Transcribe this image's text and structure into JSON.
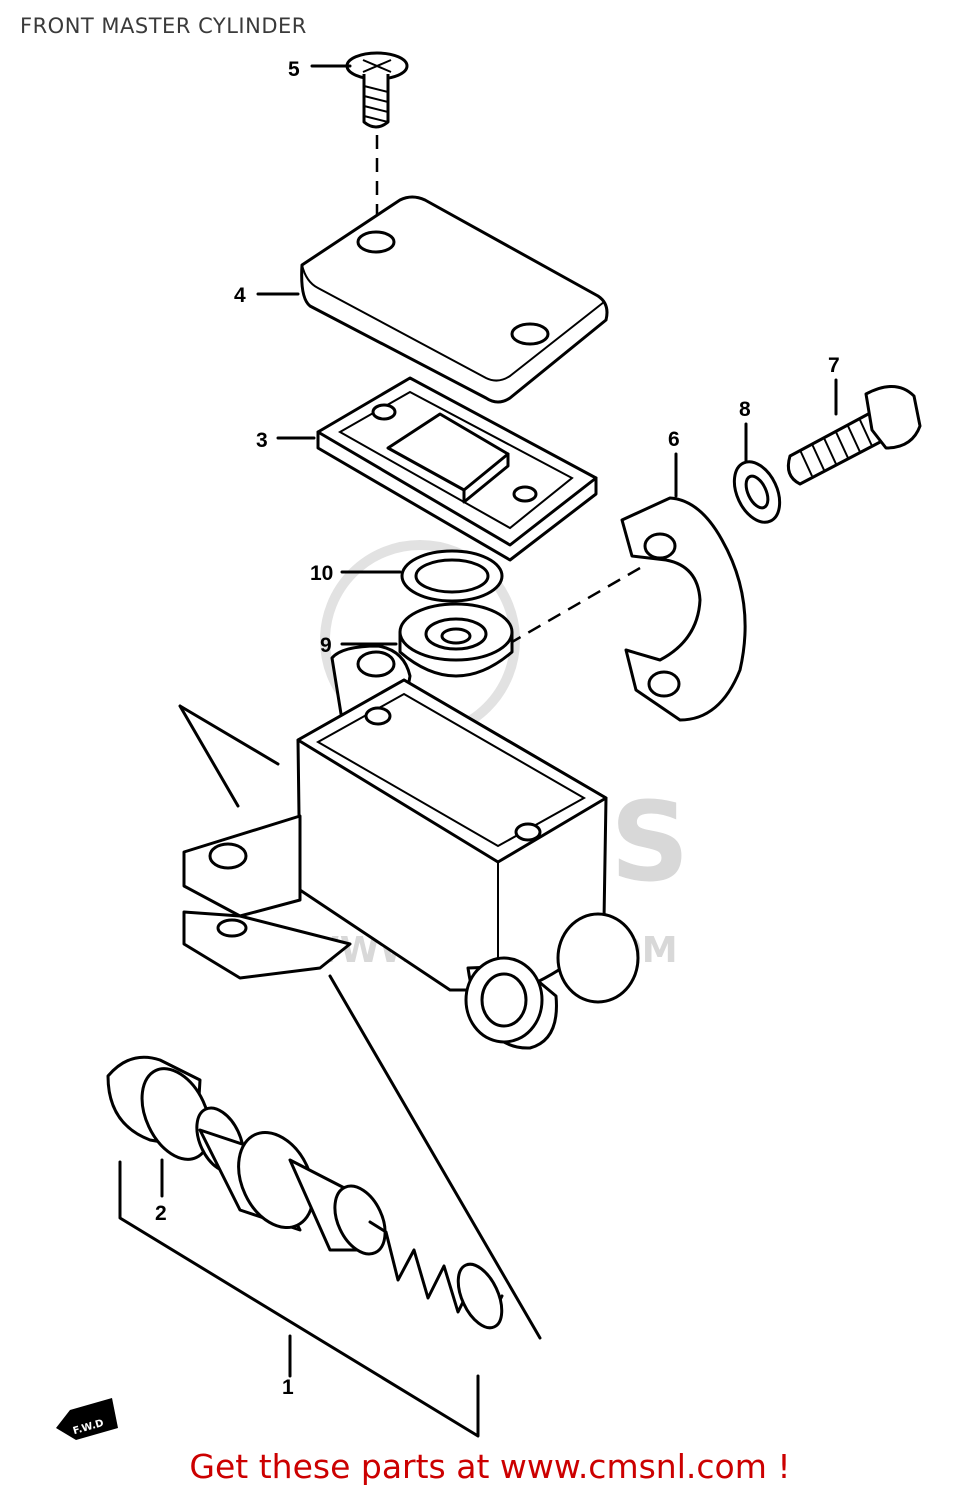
{
  "header": {
    "title": "FRONT MASTER CYLINDER"
  },
  "watermark": {
    "brand": "CMS",
    "url": "WWW.CMSNL.COM"
  },
  "callouts": [
    {
      "id": "1",
      "label": "1"
    },
    {
      "id": "2",
      "label": "2"
    },
    {
      "id": "3",
      "label": "3"
    },
    {
      "id": "4",
      "label": "4"
    },
    {
      "id": "5",
      "label": "5"
    },
    {
      "id": "6",
      "label": "6"
    },
    {
      "id": "7",
      "label": "7"
    },
    {
      "id": "8",
      "label": "8"
    },
    {
      "id": "9",
      "label": "9"
    },
    {
      "id": "10",
      "label": "10"
    }
  ],
  "front_arrow": {
    "label": "F.W.D"
  },
  "footer": {
    "link_text": "Get these parts at www.cmsnl.com !"
  },
  "colors": {
    "footer_text": "#cc0000",
    "title_text": "#3a3a3a",
    "line_art": "#000000",
    "watermark": "#d8d8d8"
  }
}
